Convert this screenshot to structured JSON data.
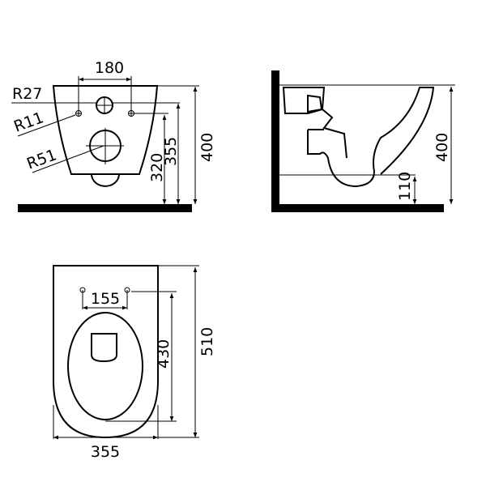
{
  "front_view": {
    "width_between_holes": "180",
    "radius_top_hole": "R27",
    "radius_fix_holes": "R11",
    "radius_waste": "R51",
    "height_fix_holes": "320",
    "height_top_hole": "355",
    "height_total": "400"
  },
  "side_view": {
    "height_total": "400",
    "height_outlet": "110"
  },
  "top_view": {
    "width_between_holes": "155",
    "length_holes_to_front": "430",
    "length_total": "510",
    "width_total": "355"
  }
}
